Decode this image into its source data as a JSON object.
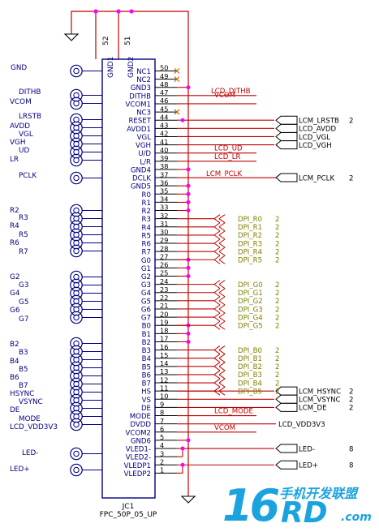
{
  "component": {
    "ref": "JC1",
    "part": "FPC_50P_05_UP",
    "gnd_pin_labels": [
      "GND1",
      "GND2"
    ],
    "gnd_pin_numbers": [
      "52",
      "51"
    ]
  },
  "pins": [
    {
      "num": "50",
      "name": "NC1"
    },
    {
      "num": "49",
      "name": "NC2"
    },
    {
      "num": "48",
      "name": "GND3"
    },
    {
      "num": "47",
      "name": "DITHB"
    },
    {
      "num": "46",
      "name": "VCOM1"
    },
    {
      "num": "45",
      "name": "NC3"
    },
    {
      "num": "44",
      "name": "RESET"
    },
    {
      "num": "43",
      "name": "AVDD1"
    },
    {
      "num": "42",
      "name": "VGL"
    },
    {
      "num": "41",
      "name": "VGH"
    },
    {
      "num": "40",
      "name": "U/D"
    },
    {
      "num": "39",
      "name": "L/R"
    },
    {
      "num": "38",
      "name": "GND4"
    },
    {
      "num": "37",
      "name": "DCLK"
    },
    {
      "num": "36",
      "name": "GND5"
    },
    {
      "num": "35",
      "name": "R0"
    },
    {
      "num": "34",
      "name": "R1"
    },
    {
      "num": "33",
      "name": "R2"
    },
    {
      "num": "32",
      "name": "R3"
    },
    {
      "num": "31",
      "name": "R4"
    },
    {
      "num": "30",
      "name": "R5"
    },
    {
      "num": "29",
      "name": "R6"
    },
    {
      "num": "28",
      "name": "R7"
    },
    {
      "num": "27",
      "name": "G0"
    },
    {
      "num": "26",
      "name": "G1"
    },
    {
      "num": "25",
      "name": "G2"
    },
    {
      "num": "24",
      "name": "G3"
    },
    {
      "num": "23",
      "name": "G4"
    },
    {
      "num": "22",
      "name": "G5"
    },
    {
      "num": "21",
      "name": "G6"
    },
    {
      "num": "20",
      "name": "G7"
    },
    {
      "num": "19",
      "name": "B0"
    },
    {
      "num": "18",
      "name": "B1"
    },
    {
      "num": "17",
      "name": "B2"
    },
    {
      "num": "16",
      "name": "B3"
    },
    {
      "num": "15",
      "name": "B4"
    },
    {
      "num": "14",
      "name": "B5"
    },
    {
      "num": "13",
      "name": "B6"
    },
    {
      "num": "12",
      "name": "B7"
    },
    {
      "num": "11",
      "name": "HS"
    },
    {
      "num": "10",
      "name": "VS"
    },
    {
      "num": "9",
      "name": "DE"
    },
    {
      "num": "8",
      "name": "MODE"
    },
    {
      "num": "7",
      "name": "DVDD"
    },
    {
      "num": "6",
      "name": "VCOM2"
    },
    {
      "num": "5",
      "name": "GND6"
    },
    {
      "num": "4",
      "name": "VLED1-"
    },
    {
      "num": "3",
      "name": "VLED2-"
    },
    {
      "num": "2",
      "name": "VLEDP1"
    },
    {
      "num": "1",
      "name": "VLEDP2"
    }
  ],
  "test_points": [
    {
      "label": "GND"
    },
    {
      "label": "DITHB"
    },
    {
      "label": "VCOM"
    },
    {
      "label": "LRSTB"
    },
    {
      "label": "AVDD"
    },
    {
      "label": "VGL"
    },
    {
      "label": "VGH"
    },
    {
      "label": "UD"
    },
    {
      "label": "LR"
    },
    {
      "label": "PCLK"
    },
    {
      "label": "R2"
    },
    {
      "label": "R3"
    },
    {
      "label": "R4"
    },
    {
      "label": "R5"
    },
    {
      "label": "R6"
    },
    {
      "label": "R7"
    },
    {
      "label": "G2"
    },
    {
      "label": "G3"
    },
    {
      "label": "G4"
    },
    {
      "label": "G5"
    },
    {
      "label": "G6"
    },
    {
      "label": "G7"
    },
    {
      "label": "B2"
    },
    {
      "label": "B3"
    },
    {
      "label": "B4"
    },
    {
      "label": "B5"
    },
    {
      "label": "B6"
    },
    {
      "label": "B7"
    },
    {
      "label": "HSYNC"
    },
    {
      "label": "VSYNC"
    },
    {
      "label": "DE"
    },
    {
      "label": "MODE"
    },
    {
      "label": "LCD_VDD3V3"
    },
    {
      "label": "LED-"
    },
    {
      "label": "LED+"
    }
  ],
  "nets_red": [
    {
      "pin": "47",
      "label": "LCD_DITHB"
    },
    {
      "pin": "46",
      "label": "VCOM"
    },
    {
      "pin": "40",
      "label": "LCD_UD"
    },
    {
      "pin": "39",
      "label": "LCD_LR"
    },
    {
      "pin": "37",
      "label": "LCM_PCLK"
    },
    {
      "pin": "8",
      "label": "LCD_MODE"
    },
    {
      "pin": "6",
      "label": "VCOM"
    }
  ],
  "ports": [
    {
      "pin": "44",
      "label": "LCM_LRSTB",
      "sheet": "2"
    },
    {
      "pin": "43",
      "label": "LCD_AVDD",
      "sheet": ""
    },
    {
      "pin": "42",
      "label": "LCD_VGL",
      "sheet": ""
    },
    {
      "pin": "41",
      "label": "LCD_VGH",
      "sheet": ""
    },
    {
      "pin": "37",
      "label": "LCM_PCLK",
      "sheet": "2"
    },
    {
      "pin": "11",
      "label": "LCM_HSYNC",
      "sheet": "2"
    },
    {
      "pin": "10",
      "label": "LCM_VSYNC",
      "sheet": "2"
    },
    {
      "pin": "9",
      "label": "LCM_DE",
      "sheet": "2"
    },
    {
      "pin": "7",
      "label": "LCD_VDD3V3",
      "sheet": ""
    },
    {
      "pin": "4",
      "label": "LED-",
      "sheet": "8"
    },
    {
      "pin": "2",
      "label": "LED+",
      "sheet": "8"
    }
  ],
  "buses": [
    {
      "pin": "32",
      "label": "DPI_R0",
      "sheet": "2"
    },
    {
      "pin": "31",
      "label": "DPI_R1",
      "sheet": "2"
    },
    {
      "pin": "30",
      "label": "DPI_R2",
      "sheet": "2"
    },
    {
      "pin": "29",
      "label": "DPI_R3",
      "sheet": "2"
    },
    {
      "pin": "28",
      "label": "DPI_R4",
      "sheet": "2"
    },
    {
      "pin": "27",
      "label": "DPI_R5",
      "sheet": "2"
    },
    {
      "pin": "24",
      "label": "DPI_G0",
      "sheet": "2"
    },
    {
      "pin": "23",
      "label": "DPI_G1",
      "sheet": "2"
    },
    {
      "pin": "22",
      "label": "DPI_G2",
      "sheet": "2"
    },
    {
      "pin": "21",
      "label": "DPI_G3",
      "sheet": "2"
    },
    {
      "pin": "20",
      "label": "DPI_G4",
      "sheet": "2"
    },
    {
      "pin": "19",
      "label": "DPI_G5",
      "sheet": "2"
    },
    {
      "pin": "16",
      "label": "DPI_B0",
      "sheet": "2"
    },
    {
      "pin": "15",
      "label": "DPI_B1",
      "sheet": "2"
    },
    {
      "pin": "14",
      "label": "DPI_B2",
      "sheet": "2"
    },
    {
      "pin": "13",
      "label": "DPI_B3",
      "sheet": "2"
    },
    {
      "pin": "12",
      "label": "DPI_B4",
      "sheet": "2"
    },
    {
      "pin": "11",
      "label": "DPI_B5",
      "sheet": "2"
    }
  ],
  "nc_pins": [
    "50",
    "49",
    "45"
  ],
  "watermark": {
    "big": "16",
    "rd": "RD",
    "cn": "手机开发联盟",
    "com": ".com"
  },
  "colors": {
    "wire": "#c00000",
    "black": "#000000",
    "component": "#000080",
    "pin_name": "#000080",
    "net_label": "#c00000",
    "bus_label": "#808000",
    "nc_mark": "#c06000",
    "watermark": "#1aa3de"
  }
}
